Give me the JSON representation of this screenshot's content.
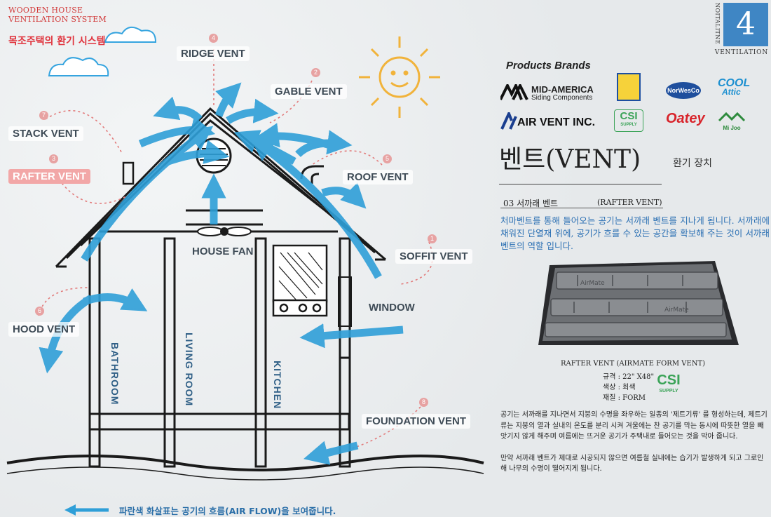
{
  "header": {
    "title_line1": "WOODEN HOUSE",
    "title_line2": "VENTILATION SYSTEM",
    "title_ko": "목조주택의 환기 시스템"
  },
  "chapter": {
    "number": "4",
    "side": "NOITALITNE",
    "label": "VENTILATION"
  },
  "labels": {
    "ridge": {
      "num": "4",
      "text": "RIDGE VENT"
    },
    "gable": {
      "num": "2",
      "text": "GABLE VENT"
    },
    "stack": {
      "num": "7",
      "text": "STACK VENT"
    },
    "rafter": {
      "num": "3",
      "text": "RAFTER VENT"
    },
    "roof": {
      "num": "5",
      "text": "ROOF VENT"
    },
    "soffit": {
      "num": "1",
      "text": "SOFFIT VENT"
    },
    "hood": {
      "num": "6",
      "text": "HOOD VENT"
    },
    "foundation": {
      "num": "8",
      "text": "FOUNDATION VENT"
    },
    "house_fan": "HOUSE FAN",
    "window": "WINDOW"
  },
  "rooms": {
    "bathroom": "BATHROOM",
    "living": "LIVING ROOM",
    "kitchen": "KITCHEN"
  },
  "brands": {
    "heading": "Products Brands",
    "mid_america": "MID-AMERICA",
    "mid_america_sub": "Siding Components",
    "airvent": "AIR VENT INC.",
    "norwesco": "NorWesCo",
    "coolattic1": "COOL",
    "coolattic2": "Attic",
    "csi": "CSI",
    "csi_sub": "SUPPLY",
    "oatey": "Oatey",
    "mijoo": "Mi Joo"
  },
  "vent": {
    "title": "벤트(VENT)",
    "subtitle": "환기 장치"
  },
  "section": {
    "title": "03  서까래 벤트",
    "title_en": "(RAFTER VENT)"
  },
  "intro": "처마벤트를 통해 들어오는 공기는 서까래 벤트를 지나게 됩니다. 서까래에 채워진 단열재 위에, 공기가 흐를 수 있는 공간을 확보해 주는 것이 서까래 벤트의 역할 입니다.",
  "product": {
    "imprint1": "AirMate",
    "imprint2": "AirMate",
    "caption": "RAFTER VENT (AIRMATE FORM VENT)",
    "spec1": "규격 : 22\" X48\"",
    "spec2": "색상 : 회색",
    "spec3": "재질 : FORM"
  },
  "body": {
    "p1": "공기는 서까래를 지나면서 지붕의 수명을 좌우하는 일종의 '제트기류' 를 형성하는데, 제트기류는 지붕의 열과 실내의 온도를 분리 시켜 겨울에는 찬 공기를 막는 동시에 따뜻한 열을 빼앗기지 않게 해주며 여름에는 뜨거운 공기가 주택내로 들어오는 것을 막아 줍니다.",
    "p2": "만약 서까래 벤트가 제대로 시공되지 않으면 여름철 실내에는 습기가 발생하게 되고 그로인해 나무의 수명이 떨어지게 됩니다."
  },
  "footer": "파란색 화살표는 공기의 흐름(AIR FLOW)을 보여줍니다.",
  "colors": {
    "airflow": "#2f9fd8",
    "highlight": "#f2a7a7",
    "chapter": "#3f86c4",
    "intro": "#2a6fb3"
  }
}
